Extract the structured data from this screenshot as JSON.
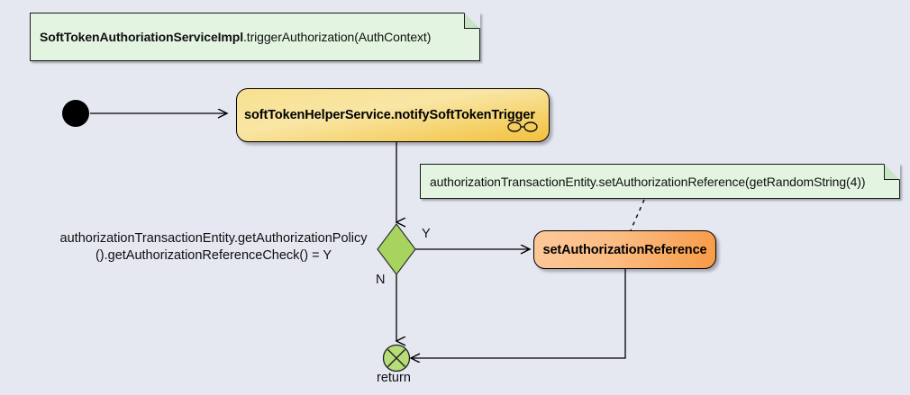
{
  "diagram": {
    "type": "uml-activity-diagram",
    "background_color": "#e5e7f1",
    "title_note": {
      "strong_text": "SoftTokenAuthoriationServiceImpl",
      "rest_text": ".triggerAuthorization(AuthContext)"
    },
    "side_note": {
      "text": "authorizationTransactionEntity.setAuthorizationReference(getRandomString(4))"
    },
    "start_node": {
      "name": "initial-node",
      "color": "#000000"
    },
    "activity_main": {
      "label": "softTokenHelperService.notifySoftTokenTrigger",
      "fill_top": "#f8e08e",
      "fill_bottom": "#f2c13c",
      "icon": "expansion-rake-icon"
    },
    "decision": {
      "guard_line1": "authorizationTransactionEntity.getAuthorizationPolicy",
      "guard_line2": "().getAuthorizationReferenceCheck() = Y",
      "branch_yes": "Y",
      "branch_no": "N",
      "fill": "#a6d45f"
    },
    "activity_set_reference": {
      "label": "setAuthorizationReference",
      "fill_left": "#fcc899",
      "fill_right": "#f79a45"
    },
    "end_node": {
      "label": "return",
      "fill": "#b6dd78",
      "icon": "flow-final-cross-icon"
    },
    "note_fill": "#e3f5e1",
    "note_border": "#1a1a1a"
  }
}
